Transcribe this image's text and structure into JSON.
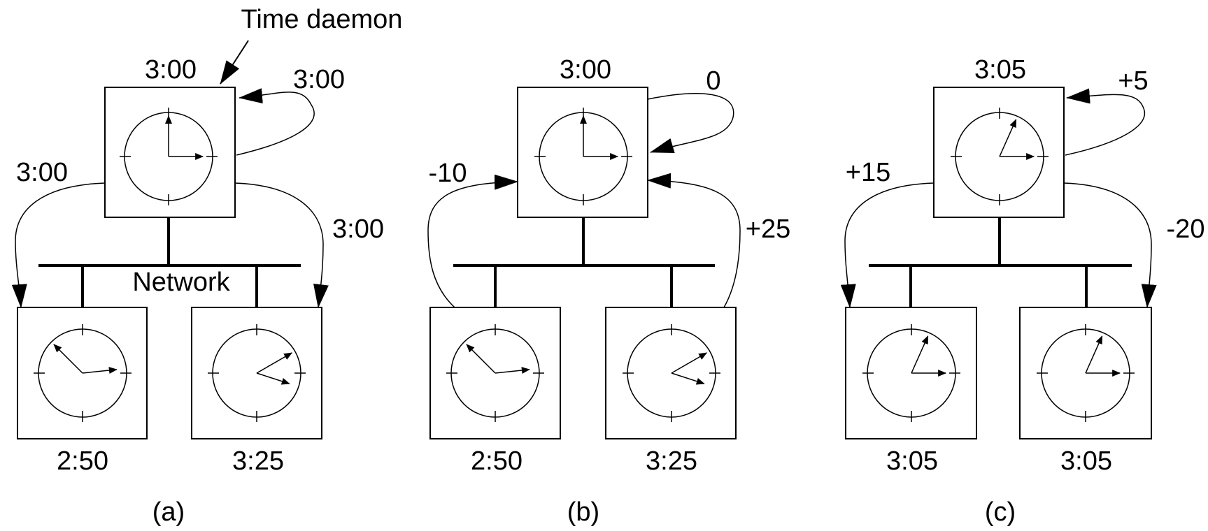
{
  "panels": [
    {
      "caption": "(a)",
      "daemon": {
        "time": "3:00",
        "hour": 12,
        "minute": 15
      },
      "daemon_callout": "Time daemon",
      "network_label": "Network",
      "self_label": "3:00",
      "left_label": "3:00",
      "right_label": "3:00",
      "machines": [
        {
          "time": "2:50",
          "hour": 10.5,
          "minute": 14
        },
        {
          "time": "3:25",
          "hour": 14,
          "minute": 18
        }
      ]
    },
    {
      "caption": "(b)",
      "daemon": {
        "time": "3:00",
        "hour": 12,
        "minute": 15
      },
      "self_label": "0",
      "left_label": "-10",
      "right_label": "+25",
      "machines": [
        {
          "time": "2:50",
          "hour": 10.5,
          "minute": 14
        },
        {
          "time": "3:25",
          "hour": 14,
          "minute": 18
        }
      ]
    },
    {
      "caption": "(c)",
      "daemon": {
        "time": "3:05",
        "hour": 12.8,
        "minute": 15
      },
      "self_label": "+5",
      "left_label": "+15",
      "right_label": "-20",
      "machines": [
        {
          "time": "3:05",
          "hour": 12.8,
          "minute": 15
        },
        {
          "time": "3:05",
          "hour": 12.8,
          "minute": 15
        }
      ]
    }
  ]
}
